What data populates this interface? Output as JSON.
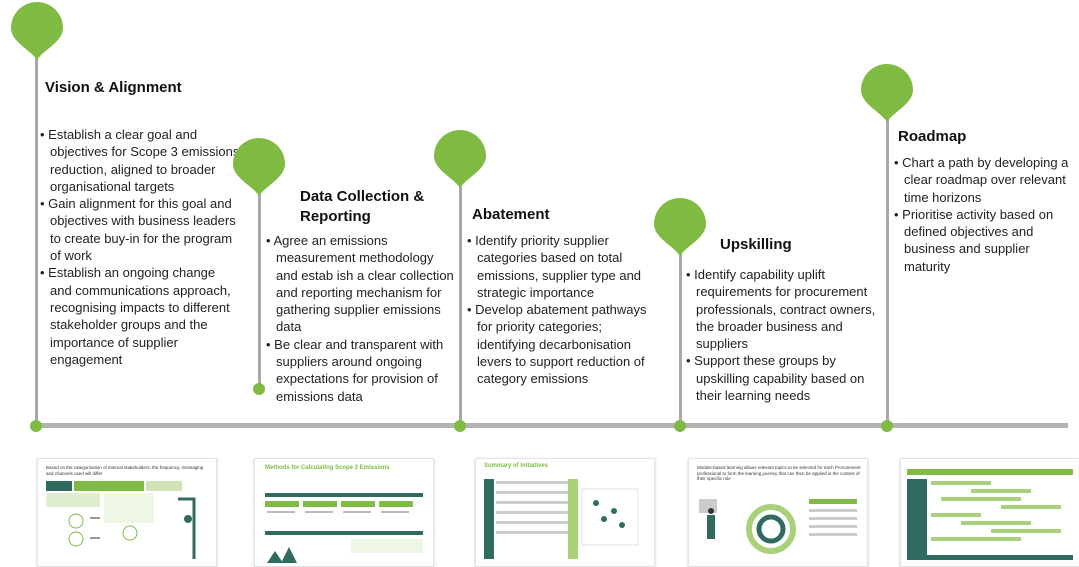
{
  "colors": {
    "accent": "#7fba42",
    "line": "#b3b3b3",
    "text": "#222222"
  },
  "stages": [
    {
      "title": "Vision & Alignment",
      "bullets": [
        "Establish a clear goal and objectives for Scope 3 emissions reduction, aligned to broader organisational targets",
        "Gain alignment for this goal and objectives with business leaders to create buy-in for the program of work",
        "Establish an ongoing change and communications approach, recognising impacts to different stakeholder groups and the importance of supplier engagement"
      ]
    },
    {
      "title": "Data Collection & Reporting",
      "bullets": [
        "Agree an emissions measurement methodology and estab ish a clear collection and reporting mechanism for gathering supplier emissions data",
        "Be clear and transparent with suppliers around ongoing expectations for provision of emissions data"
      ]
    },
    {
      "title": "Abatement",
      "bullets": [
        "Identify priority supplier categories based on total emissions, supplier type and strategic importance",
        "Develop abatement pathways for priority categories; identifying decarbonisation levers to support reduction of category emissions"
      ]
    },
    {
      "title": "Upskilling",
      "bullets": [
        "Identify capability uplift requirements for procurement professionals, contract owners, the broader business and suppliers",
        "Support these groups by upskilling capability based on their learning needs"
      ]
    },
    {
      "title": "Roadmap",
      "bullets": [
        "Chart a path by developing a clear roadmap over relevant time horizons",
        "Prioritise activity based on defined objectives and business and supplier maturity"
      ]
    }
  ],
  "thumbnails": [
    {
      "heading": "Based on the categorisation of internal stakeholders, the frequency, messaging and channels used will differ"
    },
    {
      "heading": "Methods for Calculating Scope 3 Emissions"
    },
    {
      "heading": "Summary of Initiatives"
    },
    {
      "heading": "Module-based learning allows relevant topics to be selected for each Procurement professional to form the learning journey that can then be applied in the context of their specific role"
    },
    {
      "heading": ""
    }
  ]
}
